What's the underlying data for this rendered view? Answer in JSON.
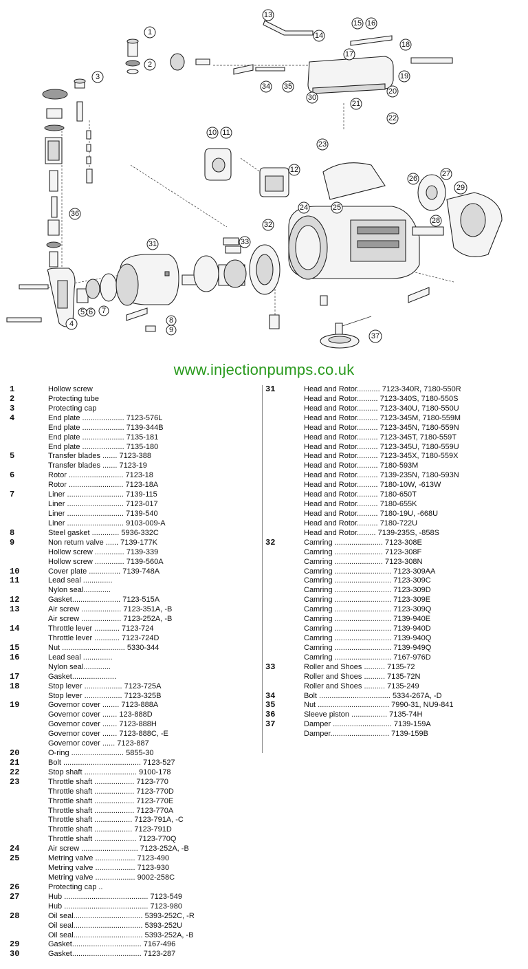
{
  "website": "www.injectionpumps.co.uk",
  "callouts": [
    "1",
    "2",
    "3",
    "4",
    "5",
    "6",
    "7",
    "8",
    "9",
    "10",
    "11",
    "12",
    "13",
    "14",
    "15",
    "16",
    "17",
    "18",
    "19",
    "20",
    "21",
    "22",
    "23",
    "24",
    "25",
    "26",
    "27",
    "28",
    "29",
    "30",
    "31",
    "32",
    "33",
    "34",
    "35",
    "36",
    "37"
  ],
  "parts_left": [
    {
      "num": "1",
      "name": "Hollow screw",
      "code": ""
    },
    {
      "num": "2",
      "name": "Protecting tube",
      "code": ""
    },
    {
      "num": "3",
      "name": "Protecting cap",
      "code": ""
    },
    {
      "num": "4",
      "name": "End plate ....................",
      "code": "7123-576L"
    },
    {
      "num": "",
      "name": "End plate ....................",
      "code": "7139-344B"
    },
    {
      "num": "",
      "name": "End plate ....................",
      "code": "7135-181"
    },
    {
      "num": "",
      "name": "End plate ....................",
      "code": "7135-180"
    },
    {
      "num": "5",
      "name": "Transfer blades .......",
      "code": "7123-388"
    },
    {
      "num": "",
      "name": "Transfer  blades .......",
      "code": "7123-19"
    },
    {
      "num": "6",
      "name": "Rotor ..........................",
      "code": "7123-18"
    },
    {
      "num": "",
      "name": "Rotor ..........................",
      "code": "7123-18A"
    },
    {
      "num": "7",
      "name": "Liner ...........................",
      "code": "7139-115"
    },
    {
      "num": "",
      "name": "Liner ...........................",
      "code": "7123-017"
    },
    {
      "num": "",
      "name": "Liner ...........................",
      "code": "7139-540"
    },
    {
      "num": "",
      "name": "Liner ...........................",
      "code": "9103-009-A"
    },
    {
      "num": "8",
      "name": "Steel gasket .............",
      "code": "5936-332C"
    },
    {
      "num": "9",
      "name": "Non return valve ......",
      "code": "7139-177K"
    },
    {
      "num": "",
      "name": "Hollow  screw ..............",
      "code": "7139-339"
    },
    {
      "num": "",
      "name": "Hollow  screw ..............",
      "code": "7139-560A"
    },
    {
      "num": "10",
      "name": "Cover plate ...............",
      "code": "7139-748A"
    },
    {
      "num": "11",
      "name": "Lead seal ..............",
      "code": ""
    },
    {
      "num": "",
      "name": "Nylon seal.............",
      "code": ""
    },
    {
      "num": "12",
      "name": "Gasket.......................",
      "code": "7123-515A"
    },
    {
      "num": "13",
      "name": "Air screw ...................",
      "code": "7123-351A, -B"
    },
    {
      "num": "",
      "name": "Air  screw ...................",
      "code": "7123-252A, -B"
    },
    {
      "num": "14",
      "name": "Throttle lever ............",
      "code": "7123-724"
    },
    {
      "num": "",
      "name": "Throttle lever ............",
      "code": "7123-724D"
    },
    {
      "num": "15",
      "name": "Nut ..............................",
      "code": "5330-344"
    },
    {
      "num": "16",
      "name": "Lead seal ..............",
      "code": ""
    },
    {
      "num": "",
      "name": "Nylon seal.............",
      "code": ""
    },
    {
      "num": "17",
      "name": "Gasket.....................",
      "code": ""
    },
    {
      "num": "18",
      "name": "Stop lever ..................",
      "code": "7123-725A"
    },
    {
      "num": "",
      "name": "Stop lever ..................",
      "code": "7123-325B"
    },
    {
      "num": "19",
      "name": "Governor cover ........",
      "code": "7123-888A"
    },
    {
      "num": "",
      "name": "Governor  cover .......",
      "code": "123-888D"
    },
    {
      "num": "",
      "name": "Governor  cover .......",
      "code": "7123-888H"
    },
    {
      "num": "",
      "name": "Governor  cover .......",
      "code": "7123-888C, -E"
    },
    {
      "num": "",
      "name": "Governor  cover ......",
      "code": "7123-887"
    },
    {
      "num": "20",
      "name": "O-ring .........................",
      "code": "5855-30"
    },
    {
      "num": "21",
      "name": "Bolt .....................................",
      "code": "7123-527"
    },
    {
      "num": "22",
      "name": "Stop shaft .........................",
      "code": "9100-178"
    },
    {
      "num": "23",
      "name": "Throttle shaft ...................",
      "code": "7123-770"
    },
    {
      "num": "",
      "name": "Throttle shaft ...................",
      "code": "7123-770D"
    },
    {
      "num": "",
      "name": "Throttle shaft ...................",
      "code": "7123-770E"
    },
    {
      "num": "",
      "name": "Throttle shaft ...................",
      "code": "7123-770A"
    },
    {
      "num": "",
      "name": "Throttle  shaft ..................",
      "code": "7123-791A, -C"
    },
    {
      "num": "",
      "name": "Throttle  shaft ..................",
      "code": "7123-791D"
    },
    {
      "num": "",
      "name": "Throttle  shaft ....................",
      "code": "7123-770Q"
    },
    {
      "num": "24",
      "name": "Air screw ...........................",
      "code": "7123-252A, -B"
    },
    {
      "num": "25",
      "name": "Metring valve ...................",
      "code": "7123-490"
    },
    {
      "num": "",
      "name": "Metring valve ...................",
      "code": "7123-930"
    },
    {
      "num": "",
      "name": "Metring valve ...................",
      "code": "9002-258C"
    },
    {
      "num": "26",
      "name": "Protecting cap ..",
      "code": ""
    },
    {
      "num": "27",
      "name": "Hub ........................................",
      "code": "7123-549"
    },
    {
      "num": "",
      "name": "Hub ........................................",
      "code": "7123-980"
    },
    {
      "num": "28",
      "name": "Oil seal.................................",
      "code": "5393-252C, -R"
    },
    {
      "num": "",
      "name": "Oil seal.................................",
      "code": "5393-252U"
    },
    {
      "num": "",
      "name": "Oil seal.................................",
      "code": "5393-252A, -B"
    },
    {
      "num": "29",
      "name": "Gasket.................................",
      "code": "7167-496"
    },
    {
      "num": "30",
      "name": "Gasket.................................",
      "code": "7123-287"
    }
  ],
  "parts_right": [
    {
      "num": "31",
      "name": "Head and Rotor...........",
      "code": "7123-340R,   7180-550R"
    },
    {
      "num": "",
      "name": "Head and Rotor..........",
      "code": "7123-340S,   7180-550S"
    },
    {
      "num": "",
      "name": "Head and Rotor..........",
      "code": "7123-340U,   7180-550U"
    },
    {
      "num": "",
      "name": "Head and Rotor..........",
      "code": "7123-345M,   7180-559M"
    },
    {
      "num": "",
      "name": "Head and Rotor..........",
      "code": "7123-345N,   7180-559N"
    },
    {
      "num": "",
      "name": "Head and Rotor..........",
      "code": "7123-345T,    7180-559T"
    },
    {
      "num": "",
      "name": "Head and Rotor..........",
      "code": "7123-345U,   7180-559U"
    },
    {
      "num": "",
      "name": "Head and Rotor..........",
      "code": "7123-345X,   7180-559X"
    },
    {
      "num": "",
      "name": "Head and Rotor..........",
      "code": "7180-593M"
    },
    {
      "num": "",
      "name": "Head and Rotor..........",
      "code": "7139-235N,   7180-593N"
    },
    {
      "num": "",
      "name": "Head and Rotor..........",
      "code": "7180-10W,  -613W"
    },
    {
      "num": "",
      "name": "Head and Rotor..........",
      "code": "7180-650T"
    },
    {
      "num": "",
      "name": "Head and Rotor..........",
      "code": "7180-655K"
    },
    {
      "num": "",
      "name": "Head and Rotor..........",
      "code": "7180-19U,  -668U"
    },
    {
      "num": "",
      "name": "Head and Rotor..........",
      "code": "7180-722U"
    },
    {
      "num": "",
      "name": "Head and Rotor.........",
      "code": "7139-235S,  -858S"
    },
    {
      "num": "32",
      "name": "Camring .......................",
      "code": "7123-308E"
    },
    {
      "num": "",
      "name": "Camring .......................",
      "code": "7123-308F"
    },
    {
      "num": "",
      "name": "Camring .......................",
      "code": "7123-308N"
    },
    {
      "num": "",
      "name": "Camring ...........................",
      "code": "7123-309AA"
    },
    {
      "num": "",
      "name": "Camring ...........................",
      "code": "7123-309C"
    },
    {
      "num": "",
      "name": "Camring ...........................",
      "code": "7123-309D"
    },
    {
      "num": "",
      "name": "Camring ...........................",
      "code": "7123-309E"
    },
    {
      "num": "",
      "name": "Camring ...........................",
      "code": "7123-309Q"
    },
    {
      "num": "",
      "name": "Camring ...........................",
      "code": "7139-940E"
    },
    {
      "num": "",
      "name": "Camring ...........................",
      "code": "7139-940D"
    },
    {
      "num": "",
      "name": "Camring ...........................",
      "code": "7139-940Q"
    },
    {
      "num": "",
      "name": "Camring ...........................",
      "code": "7139-949Q"
    },
    {
      "num": "",
      "name": "Camring ...........................",
      "code": "7167-976D"
    },
    {
      "num": "33",
      "name": "Roller and Shoes ..........",
      "code": "7135-72"
    },
    {
      "num": "",
      "name": "Roller and Shoes ..........",
      "code": "7135-72N"
    },
    {
      "num": "",
      "name": "Roller and Shoes ..........",
      "code": "7135-249"
    },
    {
      "num": "34",
      "name": "Bolt ..................................",
      "code": "5334-267A,  -D"
    },
    {
      "num": "35",
      "name": "Nut ..................................",
      "code": "7990-31,   NU9-841"
    },
    {
      "num": "36",
      "name": "Sleeve piston .................",
      "code": "7135-74H"
    },
    {
      "num": "37",
      "name": "Damper ............................",
      "code": "7139-159A"
    },
    {
      "num": "",
      "name": "Damper............................",
      "code": "7139-159B"
    }
  ]
}
